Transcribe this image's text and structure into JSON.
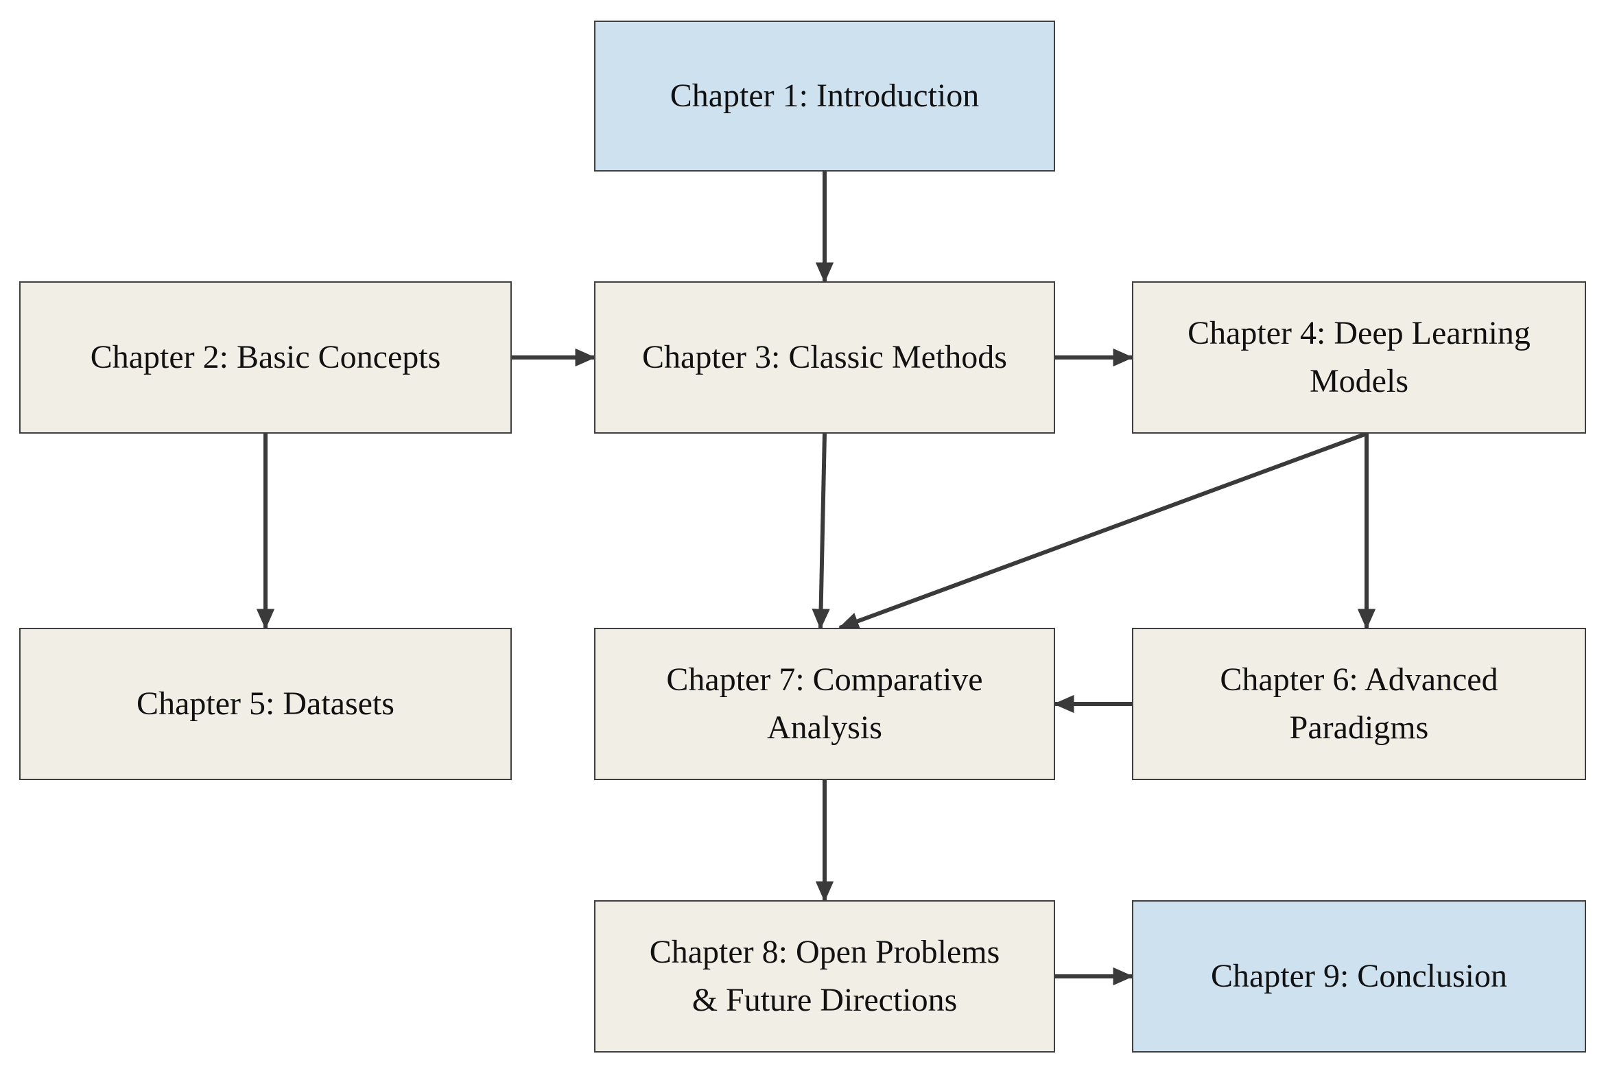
{
  "diagram": {
    "palette": {
      "background": "#ffffff",
      "node_default_fill": "#f1eee5",
      "node_highlight_fill": "#cde2ee",
      "node_border": "#3f3f3f",
      "arrow": "#3a3a3a",
      "text": "#111111"
    },
    "nodes": [
      {
        "id": "ch1",
        "label": "Chapter 1: Introduction",
        "role": "highlight"
      },
      {
        "id": "ch2",
        "label": "Chapter 2: Basic Concepts",
        "role": "default"
      },
      {
        "id": "ch3",
        "label": "Chapter 3: Classic Methods",
        "role": "default"
      },
      {
        "id": "ch4",
        "label": "Chapter 4: Deep Learning\nModels",
        "role": "default"
      },
      {
        "id": "ch5",
        "label": "Chapter 5: Datasets",
        "role": "default"
      },
      {
        "id": "ch6",
        "label": "Chapter 6: Advanced\nParadigms",
        "role": "default"
      },
      {
        "id": "ch7",
        "label": "Chapter 7: Comparative\nAnalysis",
        "role": "default"
      },
      {
        "id": "ch8",
        "label": "Chapter 8: Open Problems\n& Future Directions",
        "role": "default"
      },
      {
        "id": "ch9",
        "label": "Chapter 9: Conclusion",
        "role": "highlight"
      }
    ],
    "edges": [
      {
        "from": "ch1",
        "to": "ch3",
        "from_side": "bottom",
        "to_side": "top"
      },
      {
        "from": "ch2",
        "to": "ch3",
        "from_side": "right",
        "to_side": "left"
      },
      {
        "from": "ch3",
        "to": "ch4",
        "from_side": "right",
        "to_side": "left"
      },
      {
        "from": "ch2",
        "to": "ch5",
        "from_side": "bottom",
        "to_side": "top"
      },
      {
        "from": "ch3",
        "to": "ch7",
        "from_side": "bottom",
        "to_side": "top",
        "to_dx": -6
      },
      {
        "from": "ch4",
        "to": "ch7",
        "from_side": "bottom",
        "from_dx": 11,
        "to_side": "top",
        "to_dx": 22
      },
      {
        "from": "ch4",
        "to": "ch6",
        "from_side": "bottom",
        "from_dx": 11,
        "to_side": "top",
        "to_dx": 11
      },
      {
        "from": "ch6",
        "to": "ch7",
        "from_side": "left",
        "to_side": "right"
      },
      {
        "from": "ch7",
        "to": "ch8",
        "from_side": "bottom",
        "to_side": "top"
      },
      {
        "from": "ch8",
        "to": "ch9",
        "from_side": "right",
        "to_side": "left"
      }
    ]
  }
}
